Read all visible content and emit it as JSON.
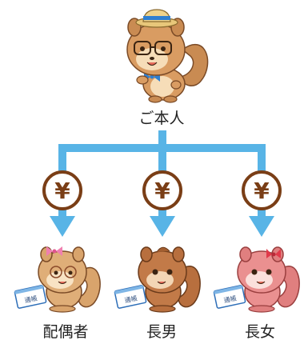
{
  "diagram": {
    "root": {
      "label": "ご本人",
      "character": "squirrel-with-glasses-and-hat-icon"
    },
    "children": [
      {
        "label": "配偶者",
        "character": "squirrel-with-bow-and-passbook-icon",
        "passbook_text": "通帳",
        "currency_symbol": "¥"
      },
      {
        "label": "長男",
        "character": "brown-squirrel-with-passbook-icon",
        "passbook_text": "通帳",
        "currency_symbol": "¥"
      },
      {
        "label": "長女",
        "character": "pink-squirrel-with-passbook-icon",
        "passbook_text": "通帳",
        "currency_symbol": "¥"
      }
    ],
    "colors": {
      "arrow": "#58b4e6",
      "coin_outline": "#7a3e16",
      "coin_fill": "#ffffff",
      "squirrel_brown": "#c98b52",
      "squirrel_dark": "#a9683a",
      "squirrel_pink": "#e98c8c",
      "text": "#222222"
    }
  }
}
